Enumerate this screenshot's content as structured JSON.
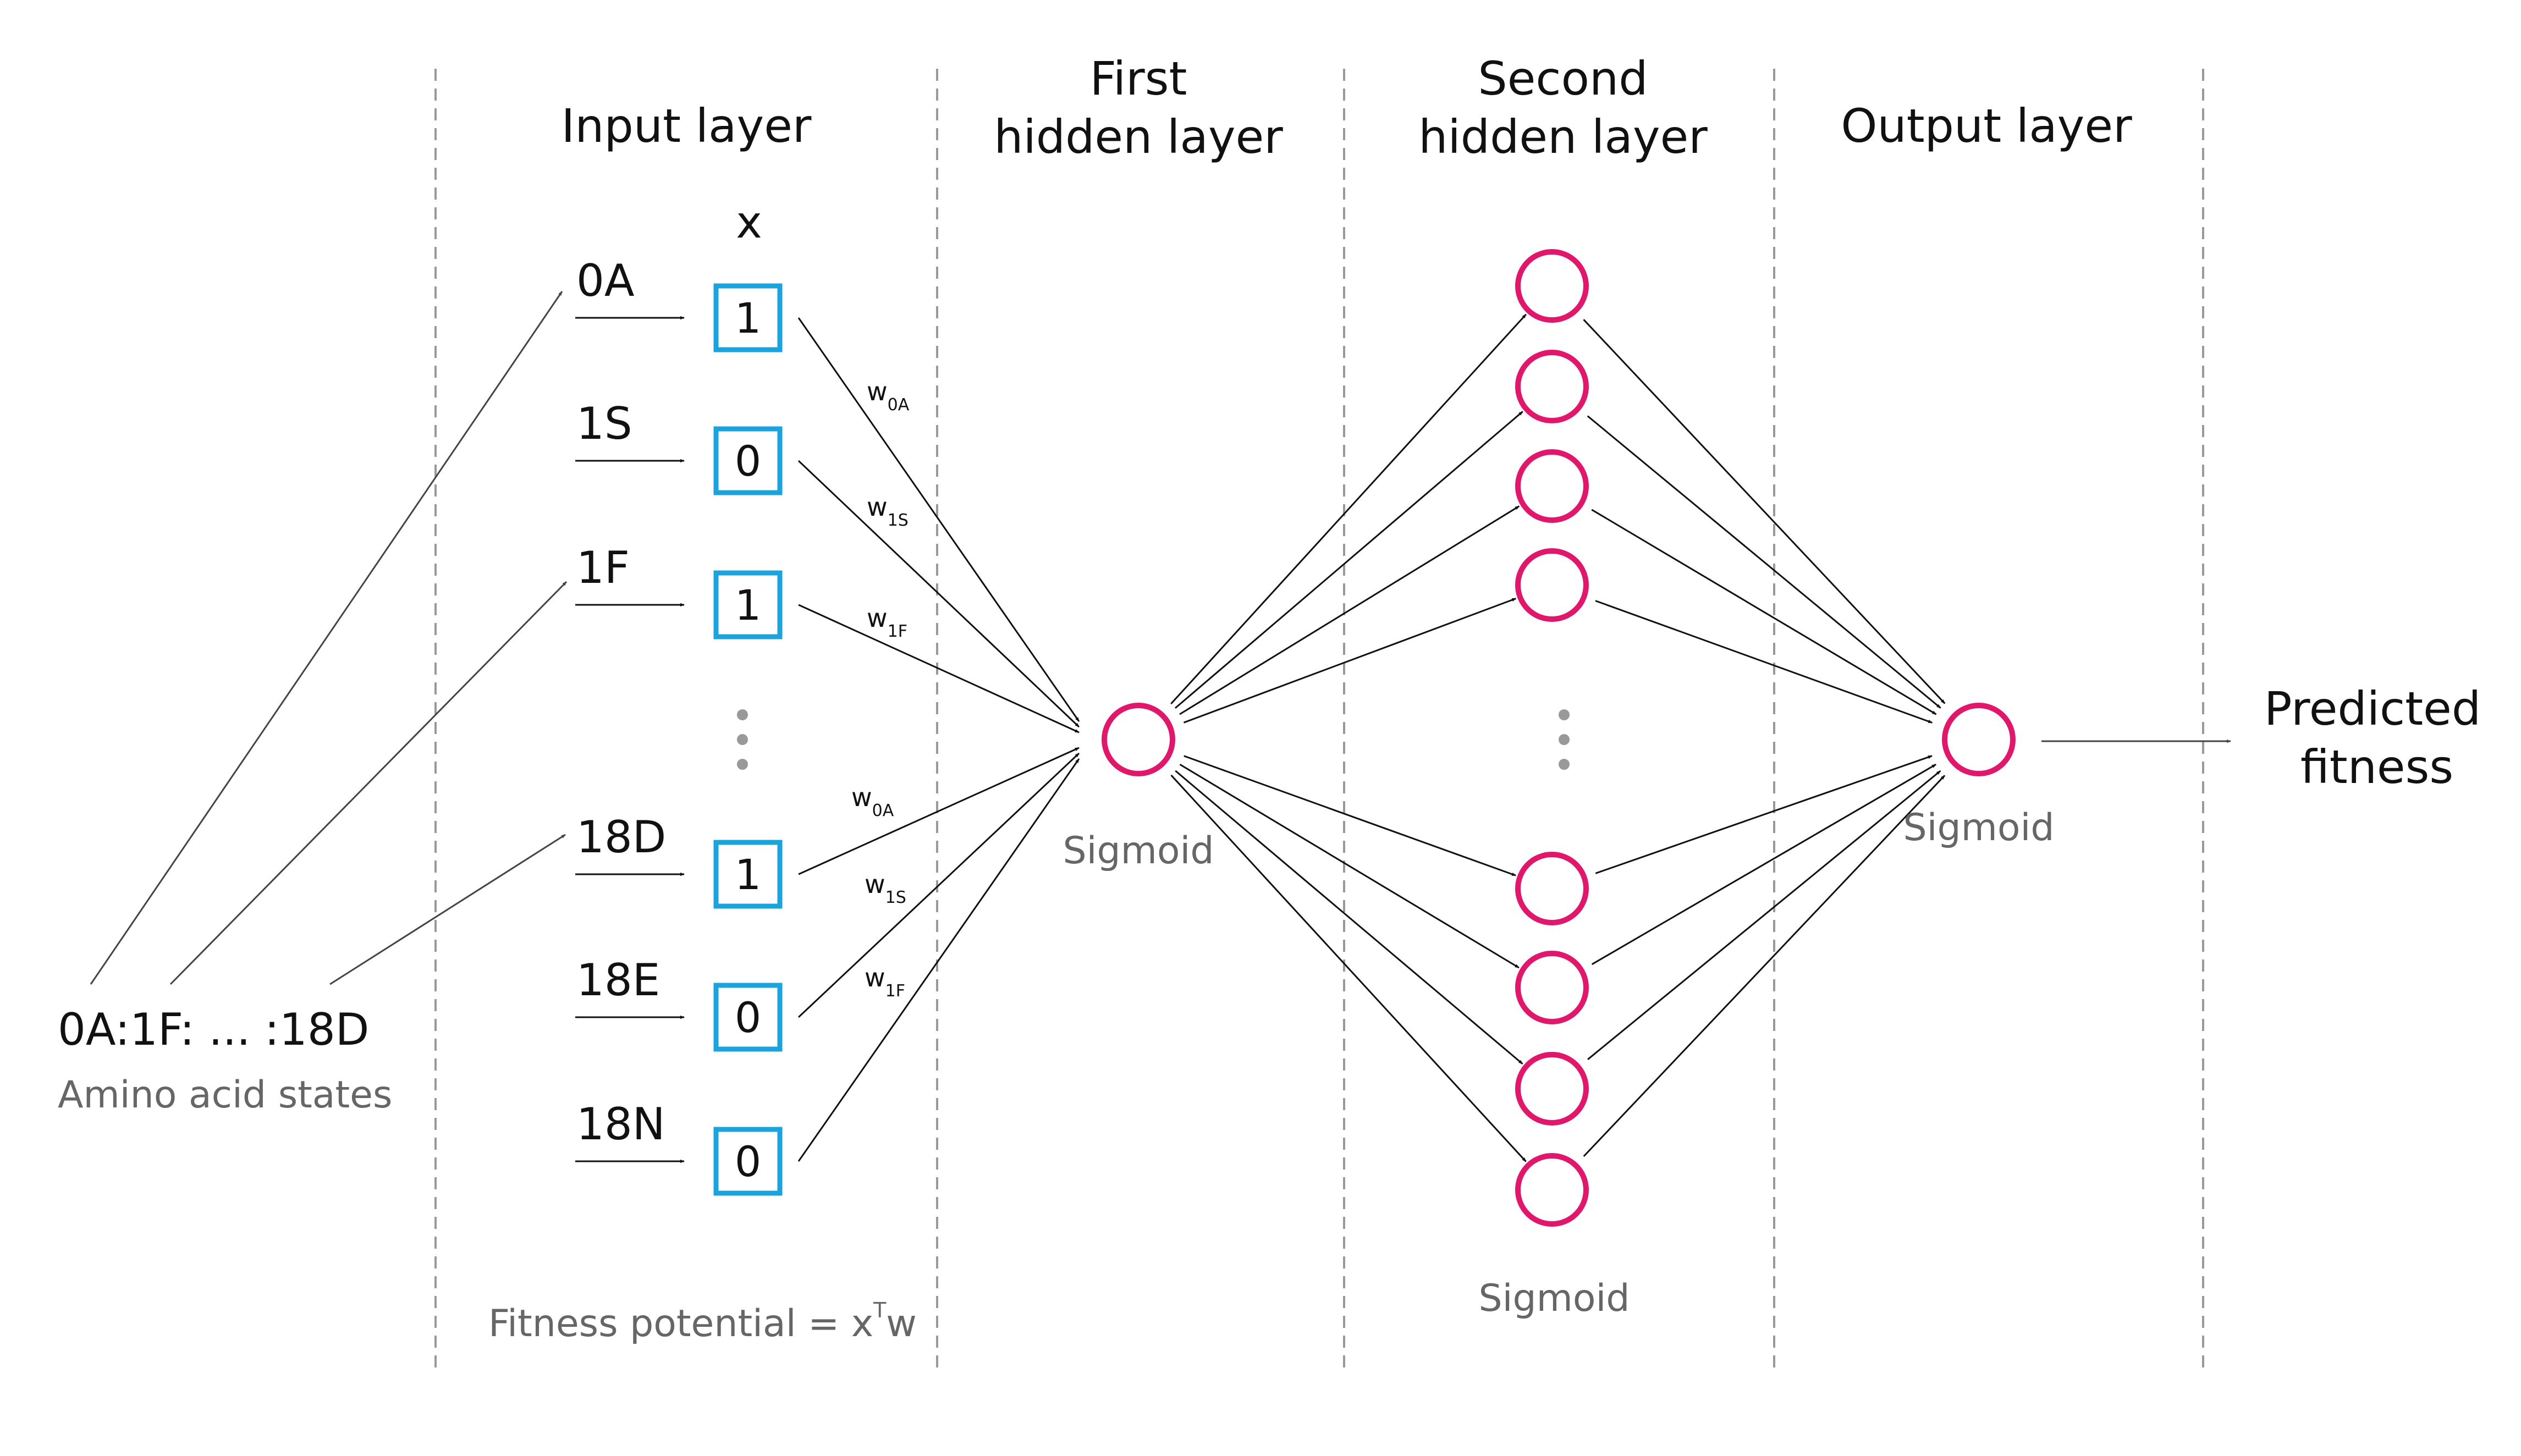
{
  "headers": {
    "input": "Input layer",
    "first_hidden_1": "First",
    "first_hidden_2": "hidden layer",
    "second_hidden_1": "Second",
    "second_hidden_2": "hidden layer",
    "output": "Output layer"
  },
  "x_label": "x",
  "inputs": [
    {
      "state": "0A",
      "value": "1"
    },
    {
      "state": "1S",
      "value": "0"
    },
    {
      "state": "1F",
      "value": "1"
    },
    {
      "state": "18D",
      "value": "1"
    },
    {
      "state": "18E",
      "value": "0"
    },
    {
      "state": "18N",
      "value": "0"
    }
  ],
  "weights": [
    {
      "w": "w",
      "sub": "0A"
    },
    {
      "w": "w",
      "sub": "1S"
    },
    {
      "w": "w",
      "sub": "1F"
    },
    {
      "w": "w",
      "sub": "0A"
    },
    {
      "w": "w",
      "sub": "1S"
    },
    {
      "w": "w",
      "sub": "1F"
    }
  ],
  "sequence": "0A:1F: ... :18D",
  "sequence_caption": "Amino acid states",
  "fitness_potential": "Fitness potential = x",
  "fitness_sup": "T",
  "fitness_tail": "w",
  "first_hidden_label": "Sigmoid",
  "second_hidden_label": "Sigmoid",
  "output_label": "Sigmoid",
  "prediction_1": "Predicted",
  "prediction_2": "fitness",
  "colors": {
    "input_box": "#1aa3dc",
    "neuron": "#e0176a",
    "divider": "#999999",
    "dots": "#999999"
  }
}
